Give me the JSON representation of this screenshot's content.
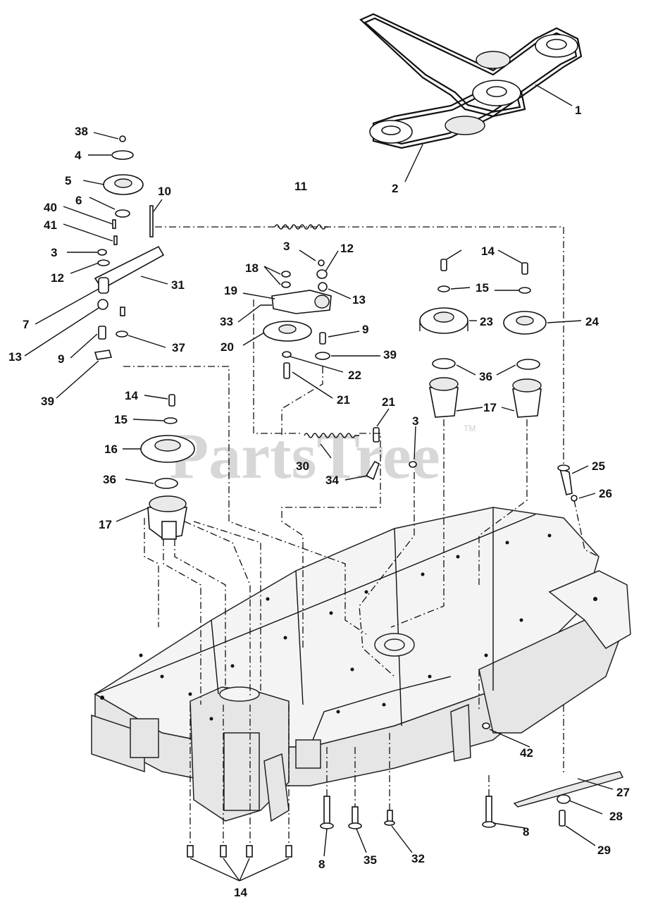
{
  "watermark": {
    "text": "PartsTree",
    "trademark": "TM"
  },
  "callouts": [
    {
      "name": "callout-1",
      "text": "1"
    },
    {
      "name": "callout-2",
      "text": "2"
    },
    {
      "name": "callout-38",
      "text": "38"
    },
    {
      "name": "callout-4",
      "text": "4"
    },
    {
      "name": "callout-5",
      "text": "5"
    },
    {
      "name": "callout-10",
      "text": "10"
    },
    {
      "name": "callout-11",
      "text": "11"
    },
    {
      "name": "callout-6",
      "text": "6"
    },
    {
      "name": "callout-40",
      "text": "40"
    },
    {
      "name": "callout-41",
      "text": "41"
    },
    {
      "name": "callout-3a",
      "text": "3"
    },
    {
      "name": "callout-12a",
      "text": "12"
    },
    {
      "name": "callout-31",
      "text": "31"
    },
    {
      "name": "callout-7",
      "text": "7"
    },
    {
      "name": "callout-13a",
      "text": "13"
    },
    {
      "name": "callout-9a",
      "text": "9"
    },
    {
      "name": "callout-37",
      "text": "37"
    },
    {
      "name": "callout-39a",
      "text": "39"
    },
    {
      "name": "callout-3b",
      "text": "3"
    },
    {
      "name": "callout-12b",
      "text": "12"
    },
    {
      "name": "callout-18",
      "text": "18"
    },
    {
      "name": "callout-19",
      "text": "19"
    },
    {
      "name": "callout-13b",
      "text": "13"
    },
    {
      "name": "callout-33",
      "text": "33"
    },
    {
      "name": "callout-9b",
      "text": "9"
    },
    {
      "name": "callout-20",
      "text": "20"
    },
    {
      "name": "callout-39b",
      "text": "39"
    },
    {
      "name": "callout-22",
      "text": "22"
    },
    {
      "name": "callout-21a",
      "text": "21"
    },
    {
      "name": "callout-14a",
      "text": "14"
    },
    {
      "name": "callout-15a",
      "text": "15"
    },
    {
      "name": "callout-23",
      "text": "23"
    },
    {
      "name": "callout-24",
      "text": "24"
    },
    {
      "name": "callout-36a",
      "text": "36"
    },
    {
      "name": "callout-17a",
      "text": "17"
    },
    {
      "name": "callout-14b",
      "text": "14"
    },
    {
      "name": "callout-15b",
      "text": "15"
    },
    {
      "name": "callout-16",
      "text": "16"
    },
    {
      "name": "callout-21b",
      "text": "21"
    },
    {
      "name": "callout-3c",
      "text": "3"
    },
    {
      "name": "callout-30",
      "text": "30"
    },
    {
      "name": "callout-36b",
      "text": "36"
    },
    {
      "name": "callout-34",
      "text": "34"
    },
    {
      "name": "callout-25",
      "text": "25"
    },
    {
      "name": "callout-26",
      "text": "26"
    },
    {
      "name": "callout-17b",
      "text": "17"
    },
    {
      "name": "callout-42",
      "text": "42"
    },
    {
      "name": "callout-27",
      "text": "27"
    },
    {
      "name": "callout-28",
      "text": "28"
    },
    {
      "name": "callout-8a",
      "text": "8"
    },
    {
      "name": "callout-29",
      "text": "29"
    },
    {
      "name": "callout-8b",
      "text": "8"
    },
    {
      "name": "callout-35",
      "text": "35"
    },
    {
      "name": "callout-32",
      "text": "32"
    },
    {
      "name": "callout-14c",
      "text": "14"
    }
  ]
}
